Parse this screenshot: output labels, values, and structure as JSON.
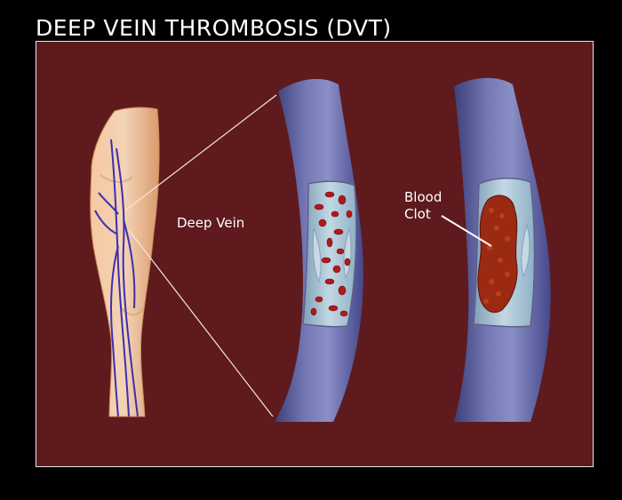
{
  "title": "DEEP VEIN THROMBOSIS (DVT)",
  "labels": {
    "deep_vein": "Deep Vein",
    "blood_clot_line1": "Blood",
    "blood_clot_line2": "Clot"
  },
  "colors": {
    "page_background": "#000000",
    "panel_background": "#5e1a1d",
    "vein_wall": "#6a6fa8",
    "vein_interior": "#a9c6d6",
    "blood_cell": "#b0191b",
    "clot": "#9a2a12",
    "leg_skin": "#f0b98c",
    "vein_line": "#3c2fb0"
  }
}
